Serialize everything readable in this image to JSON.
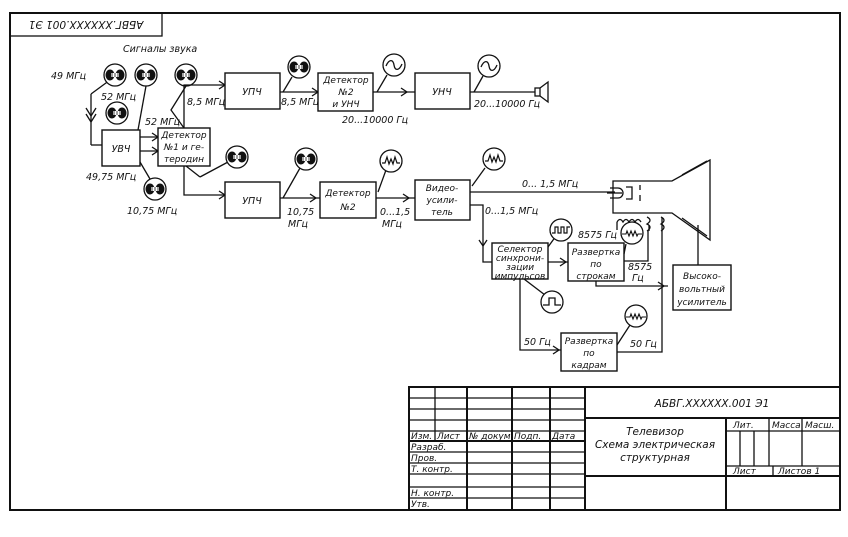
{
  "drawing": {
    "stamp_rotated": "АБВГ.XXXXXX.001 Э1",
    "sound_signals_label": "Сигналы звука"
  },
  "blocks": {
    "uvch": "УВЧ",
    "det1": [
      "Детектор",
      "№1 и ге-",
      "теродин"
    ],
    "upch_sound": "УПЧ",
    "det2_unch": [
      "Детектор",
      "№2",
      "и УНЧ"
    ],
    "unch": "УНЧ",
    "upch_video": "УПЧ",
    "det2_video": [
      "Детектор",
      "№2"
    ],
    "video_amp": [
      "Видео-",
      "усили-",
      "тель"
    ],
    "sync_selector": [
      "Селектор",
      "синхрони-",
      "зации",
      "импульсов"
    ],
    "line_scan": [
      "Развертка",
      "по",
      "строкам"
    ],
    "hv_amp": [
      "Высоко-",
      "вольтный",
      "усилитель"
    ],
    "frame_scan": [
      "Развертка",
      "по",
      "кадрам"
    ]
  },
  "labels": {
    "f49": "49 МГц",
    "f52a": "52 МГц",
    "f52b": "52 МГц",
    "f49_75": "49,75 МГц",
    "f8_5a": "8,5 МГц",
    "f8_5b": "8,5 МГц",
    "f20_10000a": "20...10000 Гц",
    "f20_10000b": "20...10000 Гц",
    "f10_75a": "10,75 МГц",
    "f10_75b1": "10,75",
    "f10_75b2": "МГц",
    "f0_1_5a1": "0...1,5",
    "f0_1_5a2": "МГц",
    "f0_1_5b": "0...1,5 МГц",
    "f0_1_5c": "0... 1,5 МГц",
    "f8575a": "8575 Гц",
    "f8575b1": "8575",
    "f8575b2": "Гц",
    "f50a": "50 Гц",
    "f50b": "50 Гц"
  },
  "title_block": {
    "doc_code": "АБВГ.XXXXXX.001 Э1",
    "title_lines": [
      "Телевизор",
      "Схема электрическая",
      "структурная"
    ],
    "header_cols": [
      "Изм.",
      "Лист",
      "№ докум.",
      "Подп.",
      "Дата"
    ],
    "rows": [
      "Разраб.",
      "Пров.",
      "Т. контр.",
      "",
      "Н. контр.",
      "Утв."
    ],
    "lit": "Лит.",
    "mass": "Масса",
    "scale": "Масш.",
    "sheet": "Лист",
    "sheets": "Листов 1"
  },
  "icons": {
    "am_spectrum": "am-spectrum-icon",
    "sine": "sine-wave-icon",
    "video": "video-signal-icon",
    "pulse": "pulse-icon",
    "sawtooth": "sawtooth-icon",
    "speaker": "speaker-icon",
    "crt": "crt-tube-icon"
  }
}
